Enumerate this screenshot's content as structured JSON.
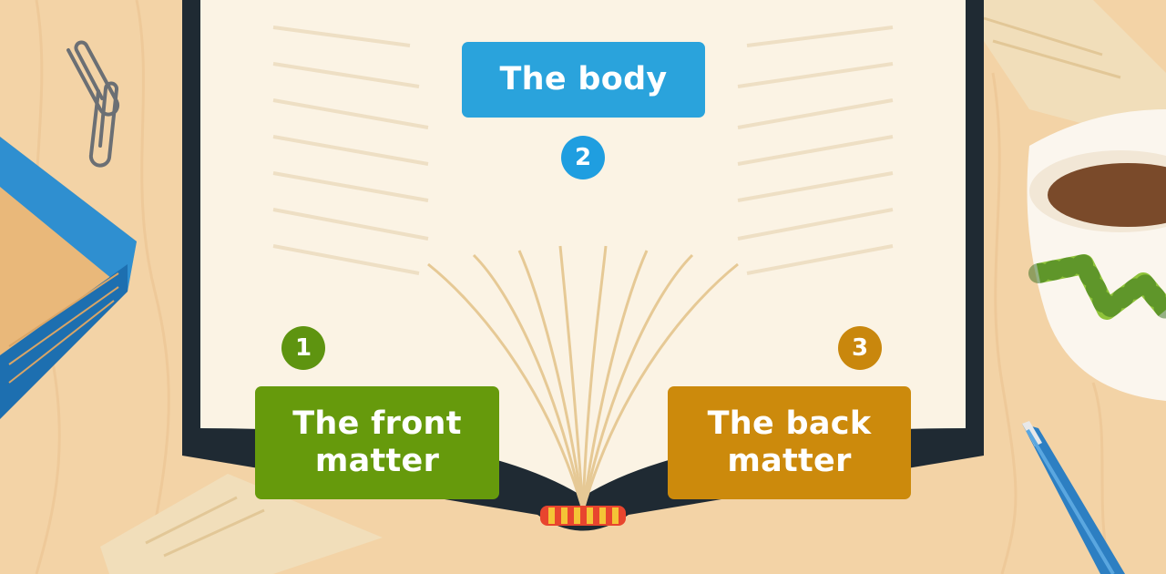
{
  "sections": [
    {
      "number": "1",
      "label": "The front matter",
      "color": "#669a0c"
    },
    {
      "number": "2",
      "label": "The body",
      "color": "#2aa3dc"
    },
    {
      "number": "3",
      "label": "The back matter",
      "color": "#cc8a0c"
    }
  ],
  "palette": {
    "desk": "#f3d3a6",
    "page": "#fbf3e4",
    "cover": "#1f2a33",
    "notebook": "#2f8fd0",
    "pen": "#2d7fc2",
    "coffee": "#7a4a2a",
    "mug_stripe": "#8fc33a"
  },
  "illustration": {
    "objects": [
      "paperclip-icon",
      "blue-notebook",
      "open-book",
      "coffee-mug",
      "pen-icon",
      "loose-papers"
    ]
  }
}
